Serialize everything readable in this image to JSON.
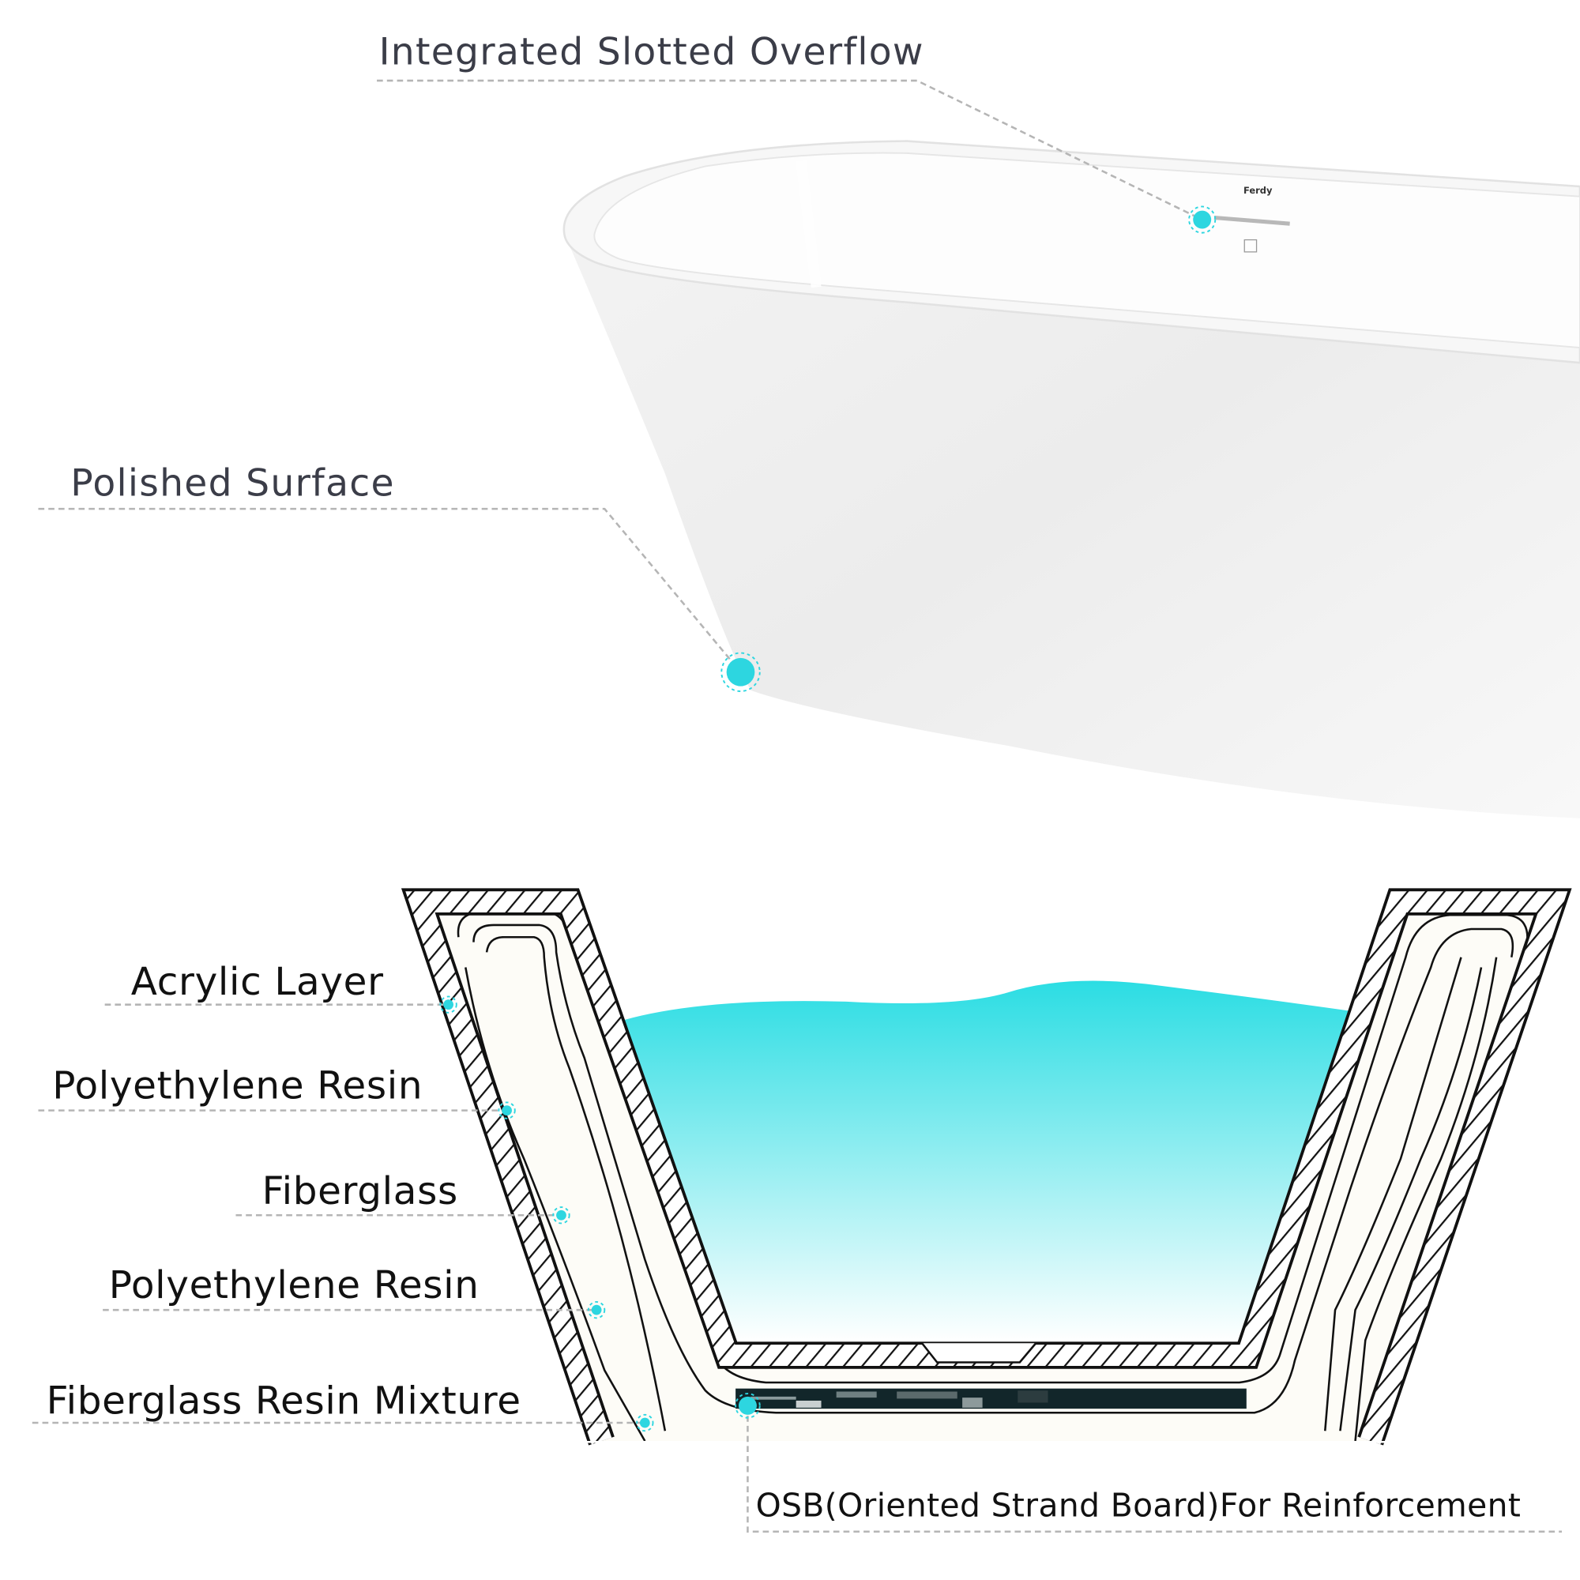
{
  "callouts": {
    "overflow": "Integrated Slotted Overflow",
    "surface": "Polished  Surface",
    "acrylic": "Acrylic Layer",
    "resin1": "Polyethylene Resin",
    "fiberglass": "Fiberglass",
    "resin2": "Polyethylene Resin",
    "mixture": "Fiberglass Resin Mixture",
    "osb": "OSB(Oriented Strand Board)For Reinforcement"
  },
  "brand": "Ferdy",
  "colors": {
    "accent": "#2dd6e0",
    "water_top": "#2bdde3",
    "water_bottom": "#ffffff",
    "section_bg": "#fdfcf7",
    "osb": "#12262a"
  }
}
